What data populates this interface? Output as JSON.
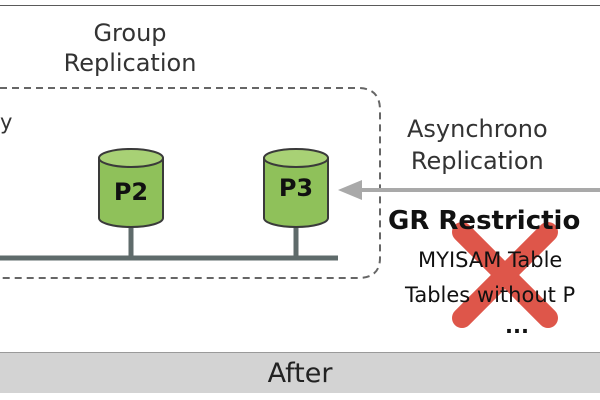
{
  "group": {
    "title_line1": "Group",
    "title_line2": "Replication",
    "partial_label": "y"
  },
  "nodes": [
    {
      "label": "P2"
    },
    {
      "label": "P3"
    }
  ],
  "async": {
    "line1": "Asynchrono",
    "line2": "Replication"
  },
  "restrictions": {
    "title": "GR Restrictio",
    "items": [
      "MYISAM Table",
      "Tables without P",
      "..."
    ]
  },
  "footer": {
    "label": "After"
  },
  "colors": {
    "cylinder": "#8fc15a",
    "cylinder_top": "#a8d175",
    "line": "#5f6b6b",
    "cross": "#d9392b",
    "bar": "#d3d3d3"
  }
}
